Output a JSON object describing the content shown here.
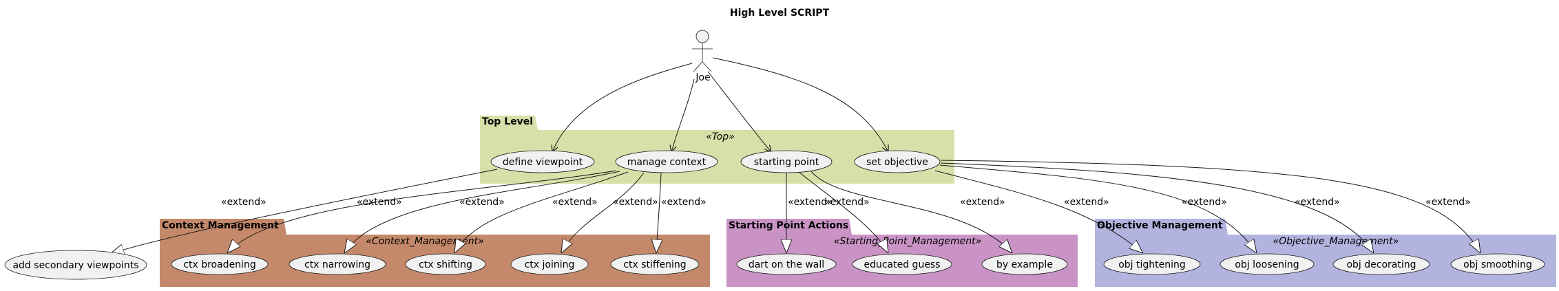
{
  "title": "High Level SCRIPT",
  "actor": {
    "name": "Joe"
  },
  "extend_label": "«extend»",
  "colors": {
    "top": "#d7e0a8",
    "context": "#c4896a",
    "starting": "#c993c5",
    "objective": "#b3b3e0",
    "usecase_fill": "#f1f1f1",
    "line": "#181818"
  },
  "packages": {
    "top": {
      "name": "Top Level",
      "stereotype": "«Top»"
    },
    "context": {
      "name": "Context Management",
      "stereotype": "«Context_Management»"
    },
    "starting": {
      "name": "Starting Point Actions",
      "stereotype": "«Starting_Point_Management»"
    },
    "objective": {
      "name": "Objective Management",
      "stereotype": "«Objective_Management»"
    }
  },
  "usecases": {
    "define_viewpoint": "define viewpoint",
    "manage_context": "manage context",
    "starting_point": "starting point",
    "set_objective": "set objective",
    "add_secondary_viewpoints": "add secondary viewpoints",
    "ctx_broadening": "ctx broadening",
    "ctx_narrowing": "ctx narrowing",
    "ctx_shifting": "ctx shifting",
    "ctx_joining": "ctx joining",
    "ctx_stiffening": "ctx stiffening",
    "dart_on_the_wall": "dart on the wall",
    "educated_guess": "educated guess",
    "by_example": "by example",
    "obj_tightening": "obj tightening",
    "obj_loosening": "obj loosening",
    "obj_decorating": "obj decorating",
    "obj_smoothing": "obj smoothing"
  }
}
